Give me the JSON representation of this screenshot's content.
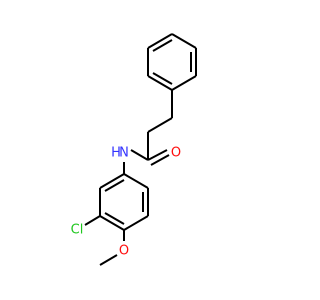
{
  "molecule": {
    "atom_labels": {
      "nitrogen": "N",
      "hydrogen": "H",
      "oxygen_carbonyl": "O",
      "chlorine": "Cl",
      "oxygen_methoxy": "O"
    },
    "colors": {
      "bond": "#000000",
      "nitrogen": "#3333ff",
      "oxygen": "#ff0d0d",
      "chlorine": "#1fc71f",
      "background": "#ffffff"
    }
  }
}
